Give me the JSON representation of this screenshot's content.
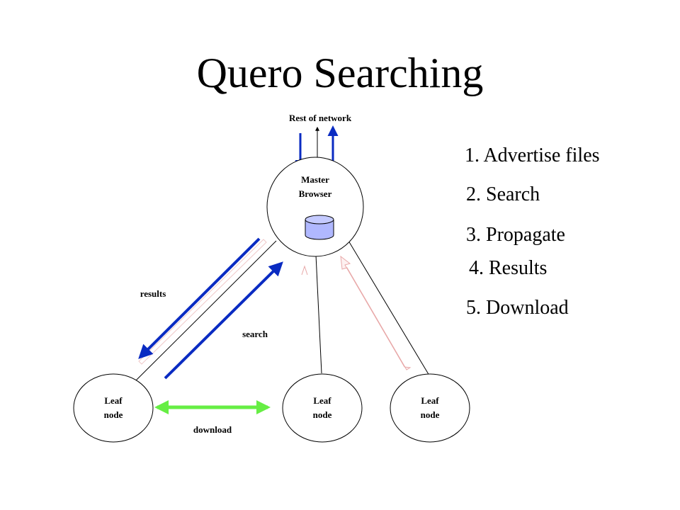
{
  "title": "Quero Searching",
  "diagram": {
    "network_label": "Rest of network",
    "master_label": [
      "Master",
      "Browser"
    ],
    "leaf_label": [
      "Leaf",
      "node"
    ],
    "results_label": "results",
    "search_label": "search",
    "download_label": "download"
  },
  "steps": [
    "1. Advertise files",
    "2. Search",
    "3. Propagate",
    "4. Results",
    "5. Download"
  ],
  "colors": {
    "blue_arrow": "#0a2bc2",
    "green_arrow": "#66ee44",
    "pink_arrow": "#e8a8a8",
    "db_fill": "#b0b8ff"
  }
}
